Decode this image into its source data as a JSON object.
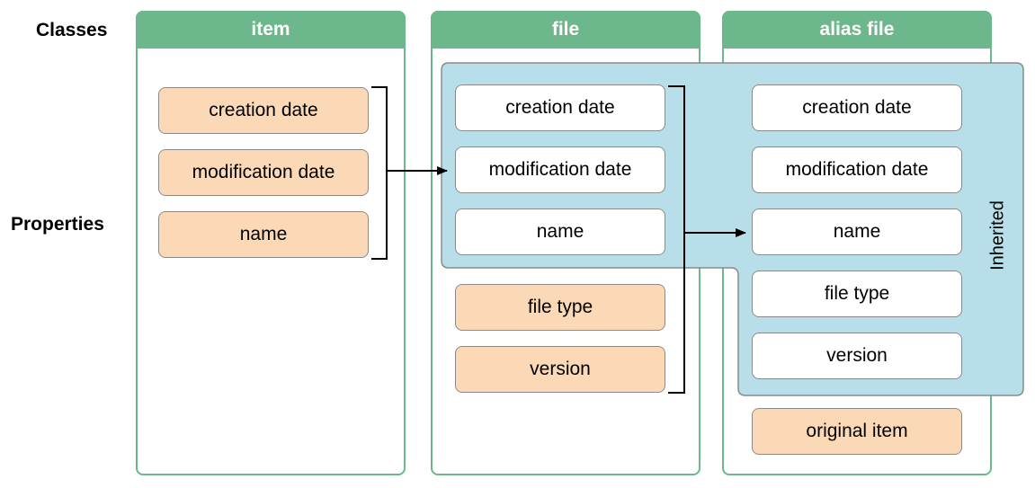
{
  "labels": {
    "classes": "Classes",
    "properties": "Properties",
    "inherited": "Inherited"
  },
  "columns": [
    {
      "title": "item",
      "properties": [
        "creation date",
        "modification date",
        "name"
      ]
    },
    {
      "title": "file",
      "inherited": [
        "creation date",
        "modification date",
        "name"
      ],
      "properties": [
        "file type",
        "version"
      ]
    },
    {
      "title": "alias file",
      "inherited": [
        "creation date",
        "modification date",
        "name",
        "file type",
        "version"
      ],
      "properties": [
        "original item"
      ]
    }
  ],
  "colors": {
    "header": "#6cb88c",
    "own_property": "#fcd9b6",
    "inherited_area": "#b8dfe9",
    "inherited_property": "#ffffff"
  }
}
